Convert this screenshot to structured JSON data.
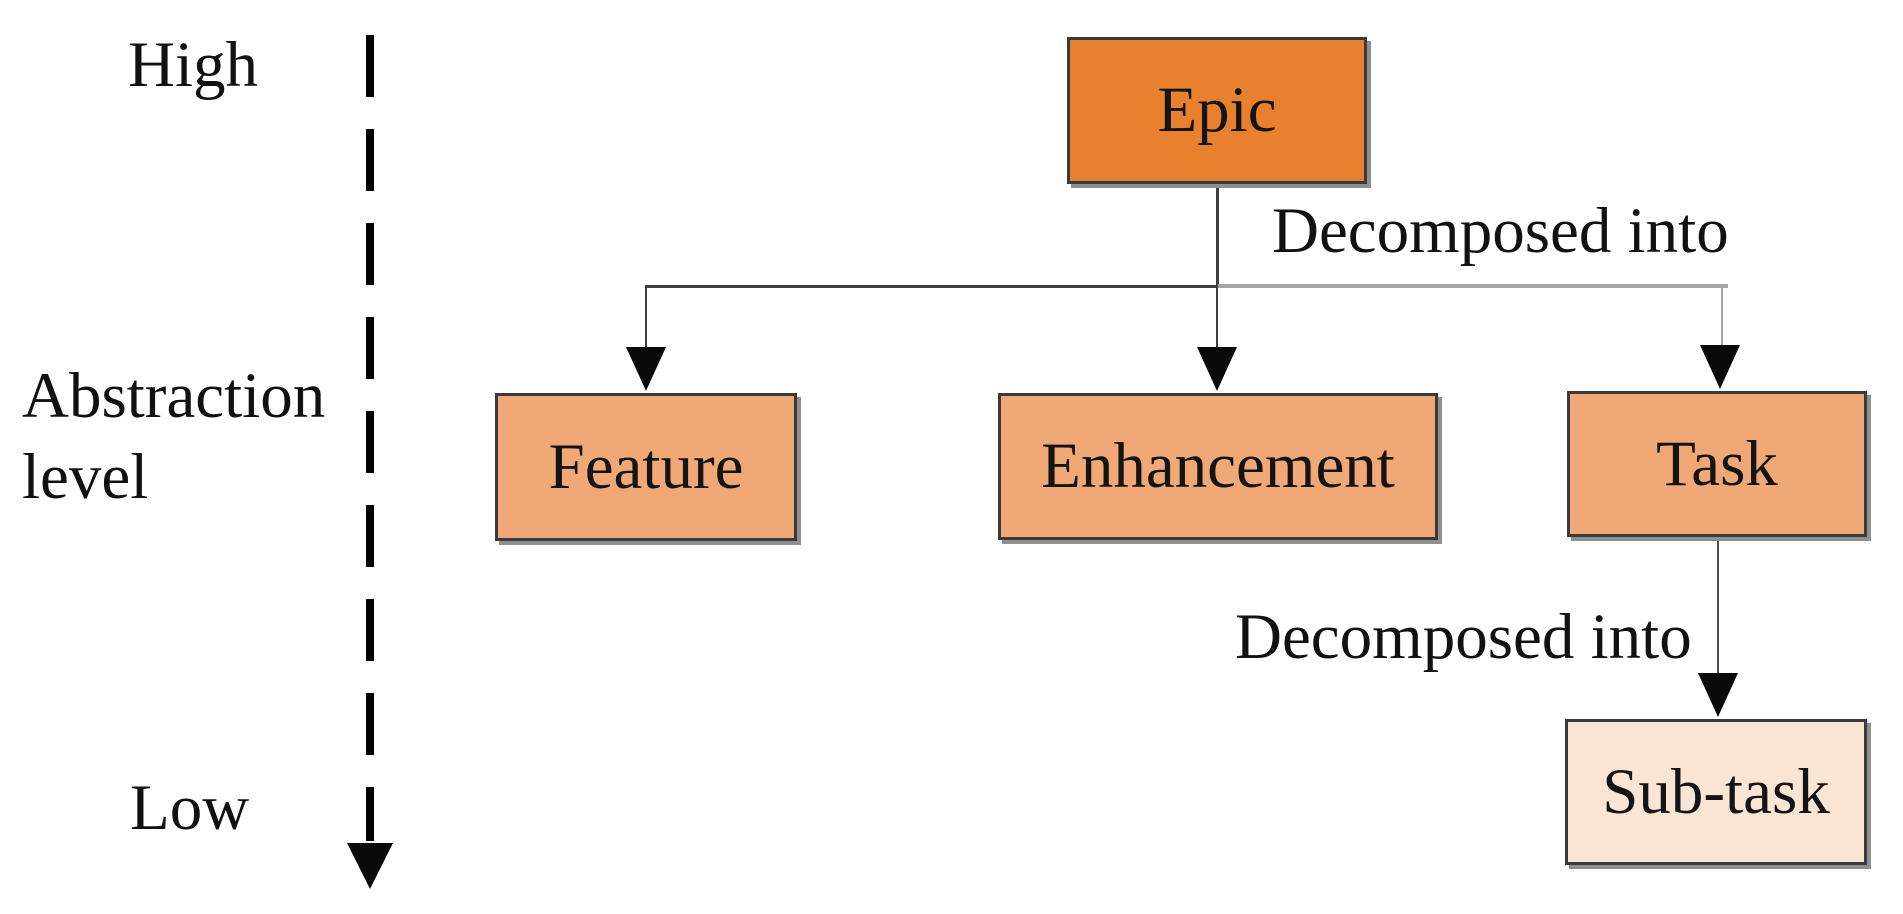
{
  "diagram": {
    "description": "Work item decomposition hierarchy by abstraction level"
  },
  "axis": {
    "high_label": "High",
    "label_line1": "Abstraction",
    "label_line2": "level",
    "low_label": "Low"
  },
  "nodes": [
    {
      "id": "epic",
      "label": "Epic",
      "fill": "#e8802e"
    },
    {
      "id": "feature",
      "label": "Feature",
      "fill": "#f0a877"
    },
    {
      "id": "enhancement",
      "label": "Enhancement",
      "fill": "#f0a877"
    },
    {
      "id": "task",
      "label": "Task",
      "fill": "#f0a877"
    },
    {
      "id": "subtask",
      "label": "Sub-task",
      "fill": "#fae5d5"
    }
  ],
  "edges": [
    {
      "from": "epic",
      "to": "feature, enhancement, task",
      "label": "Decomposed into"
    },
    {
      "from": "task",
      "to": "subtask",
      "label": "Decomposed into"
    }
  ],
  "colors": {
    "epic_fill": "#e8802e",
    "mid_fill": "#f0a877",
    "subtask_fill": "#fae5d5",
    "node_border": "#3a3a3a",
    "node_shadow": "#8f8f8f",
    "connector_dark": "#3d3d3d",
    "connector_light": "#a6a6a6",
    "axis_black": "#000000"
  }
}
